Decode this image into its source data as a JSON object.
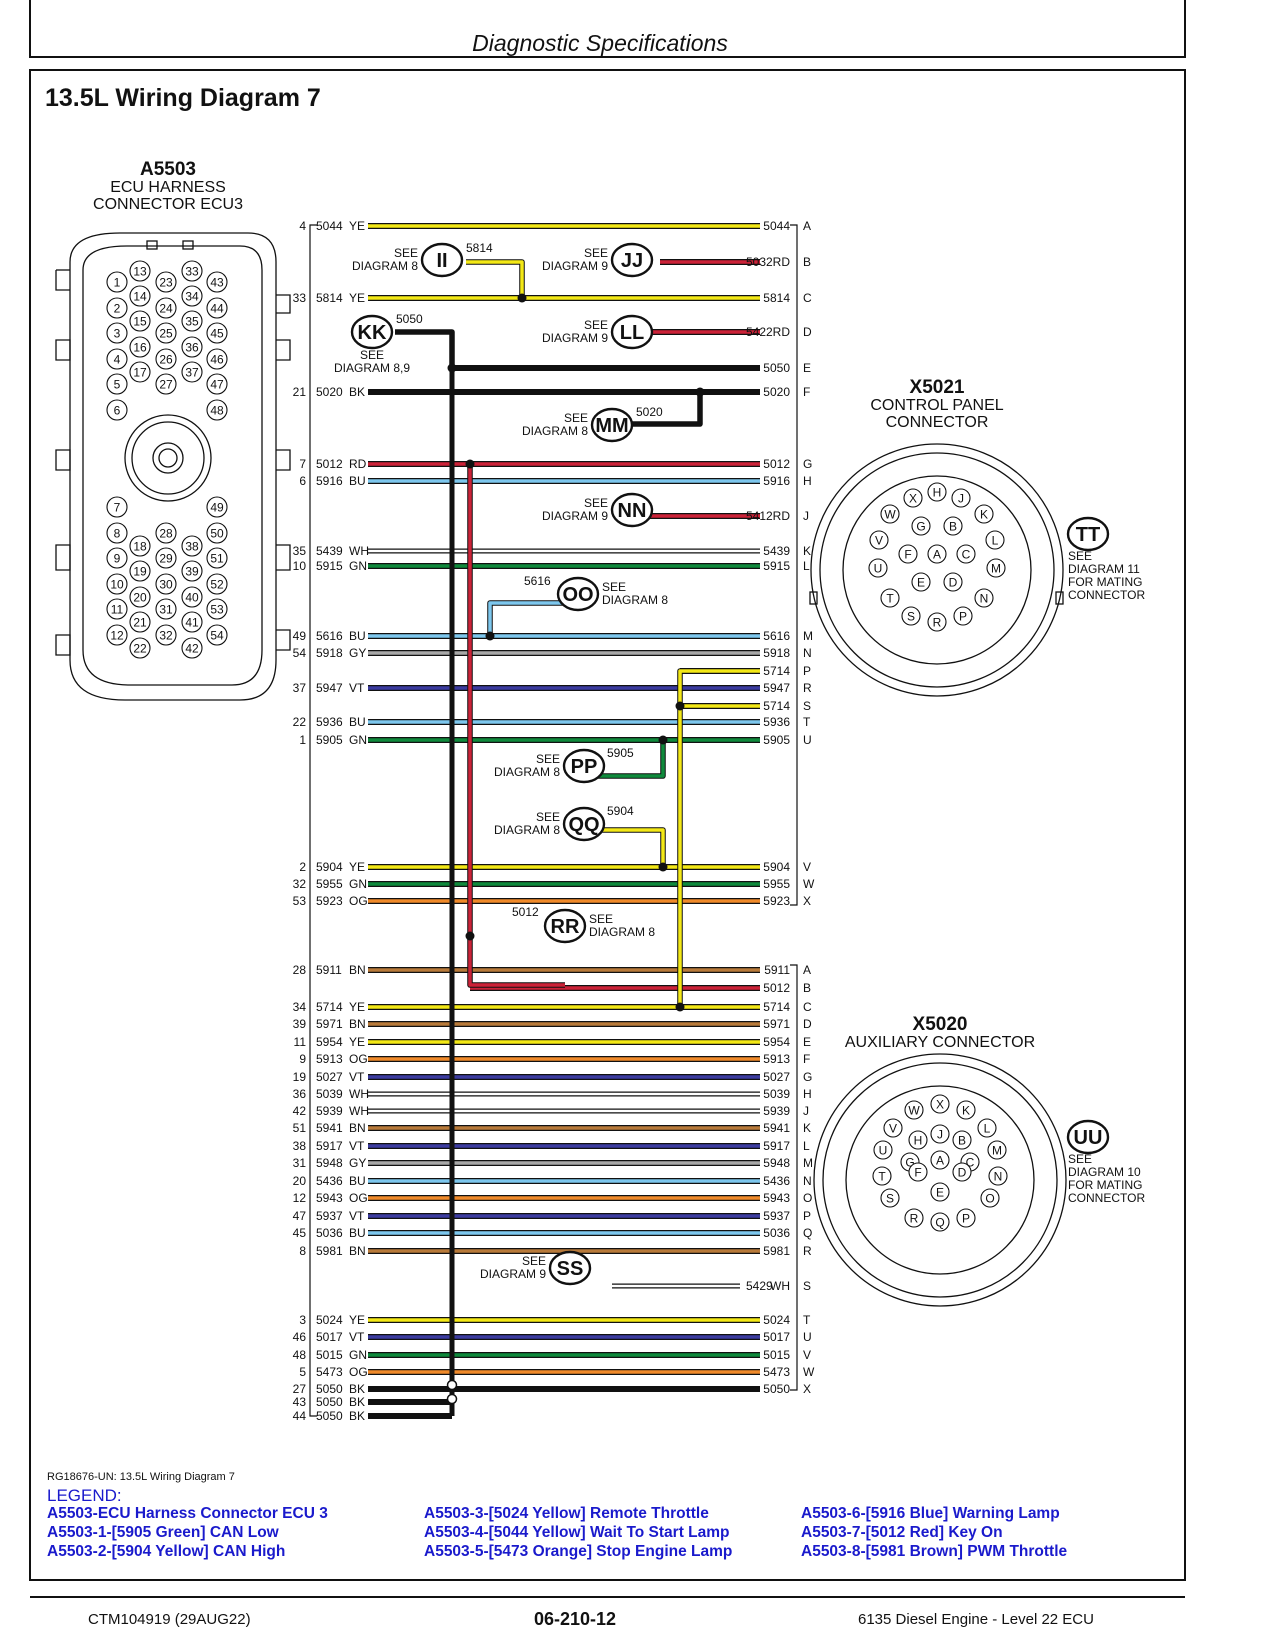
{
  "header": {
    "section_title": "Diagnostic Specifications"
  },
  "diagram": {
    "title": "13.5L Wiring Diagram 7",
    "source_ref": "RG18676-UN: 13.5L Wiring Diagram 7",
    "ecu_connector": {
      "id": "A5503",
      "name_line1": "ECU HARNESS",
      "name_line2": "CONNECTOR ECU3"
    },
    "control_panel_connector": {
      "id": "X5021",
      "name_line1": "CONTROL PANEL",
      "name_line2": "CONNECTOR"
    },
    "aux_connector": {
      "id": "X5020",
      "name": "AUXILIARY CONNECTOR"
    },
    "upper_rows": [
      {
        "pin": "4",
        "wire": "5044",
        "color": "YE",
        "right_pin": "A",
        "fill": "#f3e816"
      },
      {
        "right_wire": "5032",
        "color": "RD",
        "right_pin": "B",
        "fill": "#cc2238"
      },
      {
        "pin": "33",
        "wire": "5814",
        "color": "YE",
        "right_pin": "C",
        "fill": "#f3e816"
      },
      {
        "right_wire": "5422",
        "color": "RD",
        "right_pin": "D",
        "fill": "#cc2238"
      },
      {
        "right_wire": "5050",
        "right_pin": "E",
        "fill": "#111111"
      },
      {
        "pin": "21",
        "wire": "5020",
        "color": "BK",
        "right_pin": "F",
        "fill": "#111111"
      },
      {
        "pin": "7",
        "wire": "5012",
        "color": "RD",
        "right_pin": "G",
        "fill": "#cc2238"
      },
      {
        "pin": "6",
        "wire": "5916",
        "color": "BU",
        "right_pin": "H",
        "fill": "#7dc7ee"
      },
      {
        "right_wire": "5412",
        "color": "RD",
        "right_pin": "J",
        "fill": "#cc2238"
      },
      {
        "pin": "35",
        "wire": "5439",
        "color": "WH",
        "right_pin": "K",
        "fill": "#ffffff"
      },
      {
        "pin": "10",
        "wire": "5915",
        "color": "GN",
        "right_pin": "L",
        "fill": "#0f8a3c"
      },
      {
        "pin": "49",
        "wire": "5616",
        "color": "BU",
        "right_pin": "M",
        "fill": "#7dc7ee"
      },
      {
        "pin": "54",
        "wire": "5918",
        "color": "GY",
        "right_pin": "N",
        "fill": "#a8a8a8"
      },
      {
        "right_wire": "5714",
        "right_pin": "P",
        "fill": "#f3e816"
      },
      {
        "pin": "37",
        "wire": "5947",
        "color": "VT",
        "right_pin": "R",
        "fill": "#3b3ba0"
      },
      {
        "right_wire": "5714",
        "right_pin": "S",
        "fill": "#f3e816"
      },
      {
        "pin": "22",
        "wire": "5936",
        "color": "BU",
        "right_pin": "T",
        "fill": "#7dc7ee"
      },
      {
        "pin": "1",
        "wire": "5905",
        "color": "GN",
        "right_pin": "U",
        "fill": "#0f8a3c"
      },
      {
        "pin": "2",
        "wire": "5904",
        "color": "YE",
        "right_pin": "V",
        "fill": "#f3e816"
      },
      {
        "pin": "32",
        "wire": "5955",
        "color": "GN",
        "right_pin": "W",
        "fill": "#0f8a3c"
      },
      {
        "pin": "53",
        "wire": "5923",
        "color": "OG",
        "right_pin": "X",
        "fill": "#f08a2a"
      }
    ],
    "lower_rows": [
      {
        "pin": "28",
        "wire": "5911",
        "color": "BN",
        "right_pin": "A",
        "fill": "#b87a3a"
      },
      {
        "right_wire": "5012",
        "right_pin": "B",
        "fill": "#cc2238"
      },
      {
        "pin": "34",
        "wire": "5714",
        "color": "YE",
        "right_pin": "C",
        "fill": "#f3e816"
      },
      {
        "pin": "39",
        "wire": "5971",
        "color": "BN",
        "right_pin": "D",
        "fill": "#b87a3a"
      },
      {
        "pin": "11",
        "wire": "5954",
        "color": "YE",
        "right_pin": "E",
        "fill": "#f3e816"
      },
      {
        "pin": "9",
        "wire": "5913",
        "color": "OG",
        "right_pin": "F",
        "fill": "#f08a2a"
      },
      {
        "pin": "19",
        "wire": "5027",
        "color": "VT",
        "right_pin": "G",
        "fill": "#3b3ba0"
      },
      {
        "pin": "36",
        "wire": "5039",
        "color": "WH",
        "right_pin": "H",
        "fill": "#ffffff"
      },
      {
        "pin": "42",
        "wire": "5939",
        "color": "WH",
        "right_pin": "J",
        "fill": "#ffffff"
      },
      {
        "pin": "51",
        "wire": "5941",
        "color": "BN",
        "right_pin": "K",
        "fill": "#b87a3a"
      },
      {
        "pin": "38",
        "wire": "5917",
        "color": "VT",
        "right_pin": "L",
        "fill": "#3b3ba0"
      },
      {
        "pin": "31",
        "wire": "5948",
        "color": "GY",
        "right_pin": "M",
        "fill": "#a8a8a8"
      },
      {
        "pin": "20",
        "wire": "5436",
        "color": "BU",
        "right_pin": "N",
        "fill": "#7dc7ee"
      },
      {
        "pin": "12",
        "wire": "5943",
        "color": "OG",
        "right_pin": "O",
        "fill": "#f08a2a"
      },
      {
        "pin": "47",
        "wire": "5937",
        "color": "VT",
        "right_pin": "P",
        "fill": "#3b3ba0"
      },
      {
        "pin": "45",
        "wire": "5036",
        "color": "BU",
        "right_pin": "Q",
        "fill": "#7dc7ee"
      },
      {
        "pin": "8",
        "wire": "5981",
        "color": "BN",
        "right_pin": "R",
        "fill": "#b87a3a"
      },
      {
        "right_wire": "5429",
        "color": "WH",
        "right_pin": "S",
        "fill": "#ffffff"
      },
      {
        "pin": "3",
        "wire": "5024",
        "color": "YE",
        "right_pin": "T",
        "fill": "#f3e816"
      },
      {
        "pin": "46",
        "wire": "5017",
        "color": "VT",
        "right_pin": "U",
        "fill": "#3b3ba0"
      },
      {
        "pin": "48",
        "wire": "5015",
        "color": "GN",
        "right_pin": "V",
        "fill": "#0f8a3c"
      },
      {
        "pin": "5",
        "wire": "5473",
        "color": "OG",
        "right_pin": "W",
        "fill": "#f08a2a"
      },
      {
        "pin": "27",
        "wire": "5050",
        "color": "BK",
        "right_pin": "X",
        "fill": "#111111"
      },
      {
        "pin": "43",
        "wire": "5050",
        "color": "BK",
        "fill": "#111111"
      },
      {
        "pin": "44",
        "wire": "5050",
        "color": "BK",
        "fill": "#111111"
      }
    ],
    "refs": [
      {
        "code": "II",
        "wire": "5814",
        "see": "SEE",
        "diagram": "DIAGRAM 8"
      },
      {
        "code": "JJ",
        "see": "SEE",
        "diagram": "DIAGRAM 9"
      },
      {
        "code": "KK",
        "wire": "5050",
        "see": "SEE",
        "diagram": "DIAGRAM 8,9"
      },
      {
        "code": "LL",
        "see": "SEE",
        "diagram": "DIAGRAM 9"
      },
      {
        "code": "MM",
        "wire": "5020",
        "see": "SEE",
        "diagram": "DIAGRAM 8"
      },
      {
        "code": "NN",
        "see": "SEE",
        "diagram": "DIAGRAM 9"
      },
      {
        "code": "OO",
        "wire": "5616",
        "see": "SEE",
        "diagram": "DIAGRAM 8"
      },
      {
        "code": "PP",
        "wire": "5905",
        "see": "SEE",
        "diagram": "DIAGRAM 8"
      },
      {
        "code": "QQ",
        "wire": "5904",
        "see": "SEE",
        "diagram": "DIAGRAM 8"
      },
      {
        "code": "RR",
        "wire": "5012",
        "see": "SEE",
        "diagram": "DIAGRAM 8"
      },
      {
        "code": "SS",
        "see": "SEE",
        "diagram": "DIAGRAM 9"
      },
      {
        "code": "TT",
        "lines": [
          "SEE",
          "DIAGRAM 11",
          "FOR MATING",
          "CONNECTOR"
        ]
      },
      {
        "code": "UU",
        "lines": [
          "SEE",
          "DIAGRAM 10",
          "FOR MATING",
          "CONNECTOR"
        ]
      }
    ],
    "ecu_pins_upper": [
      "1",
      "2",
      "3",
      "4",
      "5",
      "6",
      "13",
      "14",
      "15",
      "16",
      "17",
      "23",
      "24",
      "25",
      "26",
      "27",
      "33",
      "34",
      "35",
      "36",
      "37",
      "43",
      "44",
      "45",
      "46",
      "47",
      "48"
    ],
    "ecu_pins_lower": [
      "7",
      "8",
      "9",
      "10",
      "11",
      "12",
      "18",
      "19",
      "20",
      "21",
      "22",
      "28",
      "29",
      "30",
      "31",
      "32",
      "38",
      "39",
      "40",
      "41",
      "42",
      "49",
      "50",
      "51",
      "52",
      "53",
      "54"
    ],
    "x5021_pins": [
      "X",
      "H",
      "J",
      "W",
      "K",
      "G",
      "B",
      "V",
      "L",
      "F",
      "A",
      "C",
      "U",
      "M",
      "E",
      "D",
      "T",
      "N",
      "S",
      "R",
      "P"
    ],
    "x5020_pins": [
      "W",
      "X",
      "K",
      "V",
      "L",
      "H",
      "J",
      "B",
      "U",
      "M",
      "G",
      "A",
      "C",
      "T",
      "N",
      "F",
      "D",
      "S",
      "E",
      "O",
      "R",
      "Q",
      "P"
    ]
  },
  "legend": {
    "heading": "LEGEND:",
    "items": [
      "A5503-ECU Harness Connector ECU 3",
      "A5503-1-[5905 Green] CAN Low",
      "A5503-2-[5904 Yellow] CAN High",
      "A5503-3-[5024 Yellow] Remote Throttle",
      "A5503-4-[5044 Yellow] Wait To Start Lamp",
      "A5503-5-[5473 Orange] Stop Engine Lamp",
      "A5503-6-[5916 Blue] Warning Lamp",
      "A5503-7-[5012 Red] Key On",
      "A5503-8-[5981 Brown] PWM Throttle"
    ]
  },
  "footer": {
    "doc_id": "CTM104919 (29AUG22)",
    "page": "06-210-12",
    "product": "6135 Diesel Engine - Level 22 ECU"
  }
}
